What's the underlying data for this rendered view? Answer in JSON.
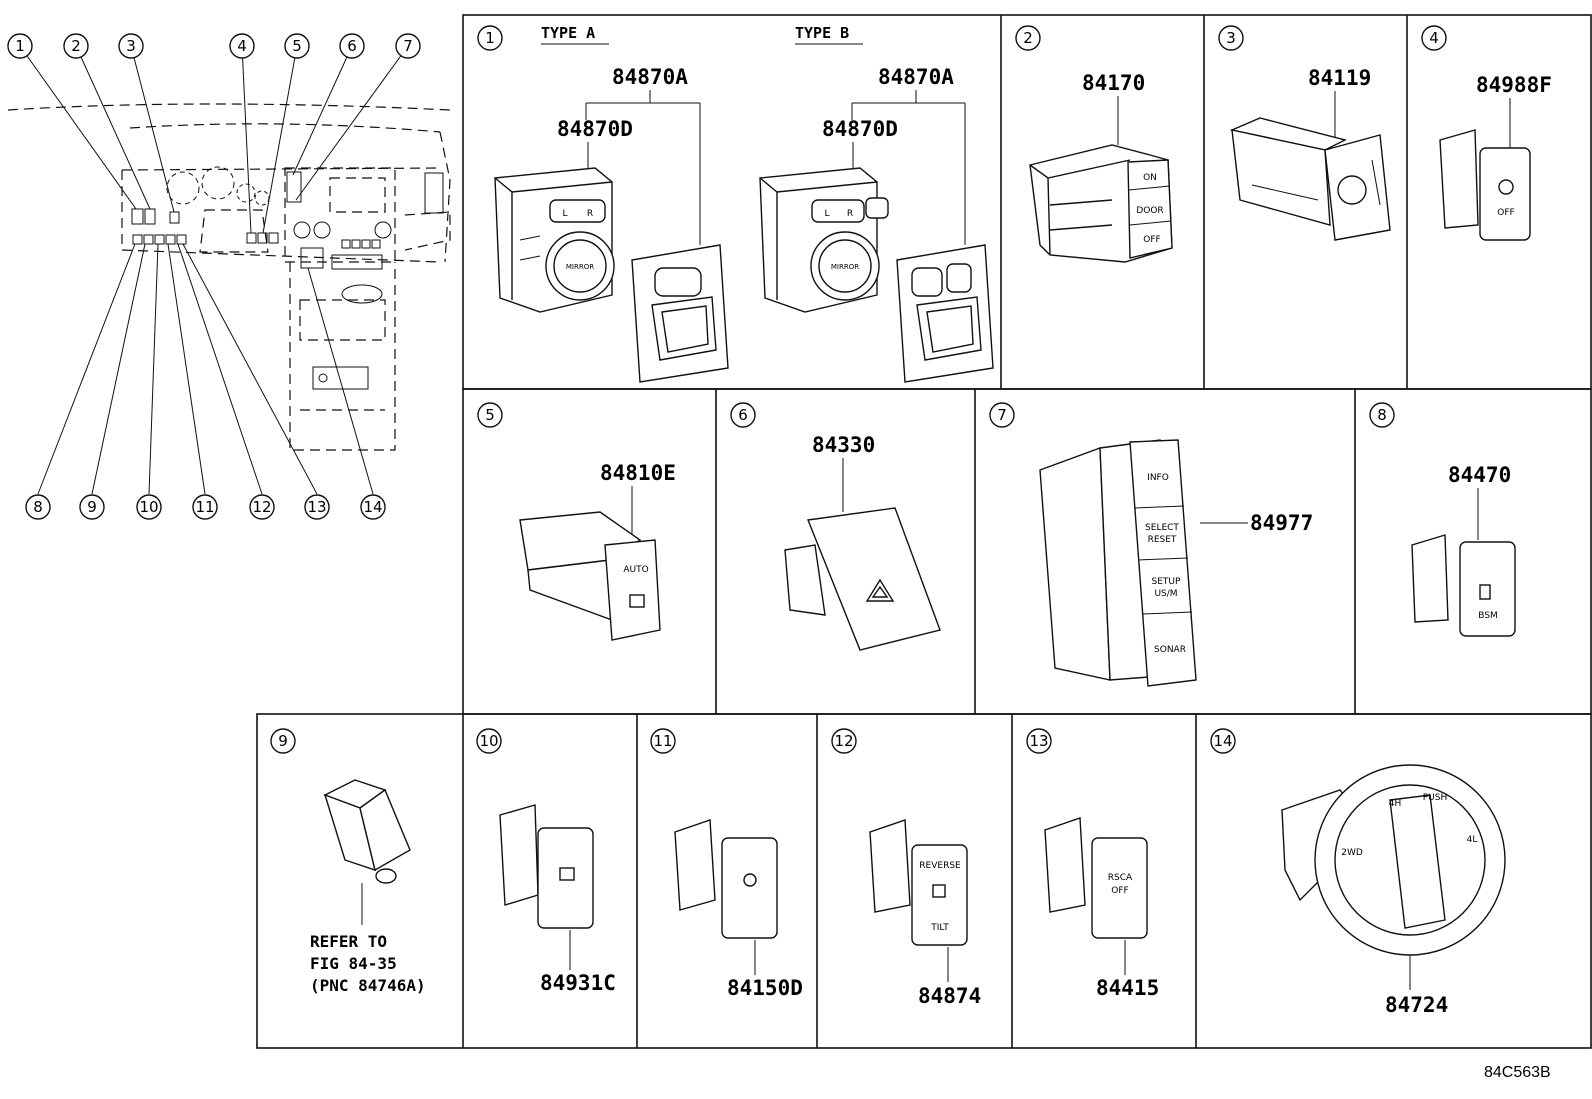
{
  "overview": {
    "callouts_top": [
      "1",
      "2",
      "3",
      "4",
      "5",
      "6",
      "7"
    ],
    "callouts_bottom": [
      "8",
      "9",
      "10",
      "11",
      "12",
      "13",
      "14"
    ]
  },
  "panels": [
    {
      "num": "1",
      "type_a": "TYPE A",
      "type_b": "TYPE B",
      "a_upper": "84870A",
      "a_lower": "84870D",
      "b_upper": "84870A",
      "b_lower": "84870D",
      "knob_a": "MIRROR",
      "knob_b": "MIRROR",
      "lr": [
        "L",
        "R"
      ]
    },
    {
      "num": "2",
      "part": "84170",
      "labels": [
        "ON",
        "DOOR",
        "OFF"
      ]
    },
    {
      "num": "3",
      "part": "84119"
    },
    {
      "num": "4",
      "part": "84988F",
      "label": "OFF"
    },
    {
      "num": "5",
      "part": "84810E",
      "label": "AUTO"
    },
    {
      "num": "6",
      "part": "84330"
    },
    {
      "num": "7",
      "part": "84977",
      "buttons": [
        "INFO",
        "SELECT",
        "RESET",
        "SETUP",
        "US/M",
        "SONAR"
      ]
    },
    {
      "num": "8",
      "part": "84470",
      "label": "BSM"
    },
    {
      "num": "9",
      "note": [
        "REFER TO",
        "FIG 84-35",
        "(PNC 84746A)"
      ]
    },
    {
      "num": "10",
      "part": "84931C"
    },
    {
      "num": "11",
      "part": "84150D"
    },
    {
      "num": "12",
      "part": "84874",
      "labels": [
        "REVERSE",
        "TILT"
      ]
    },
    {
      "num": "13",
      "part": "84415",
      "labels": [
        "RSCA",
        "OFF"
      ]
    },
    {
      "num": "14",
      "part": "84724",
      "labels": [
        "2WD",
        "4H",
        "PUSH",
        "4L"
      ]
    }
  ],
  "diagram_code": "84C563B"
}
